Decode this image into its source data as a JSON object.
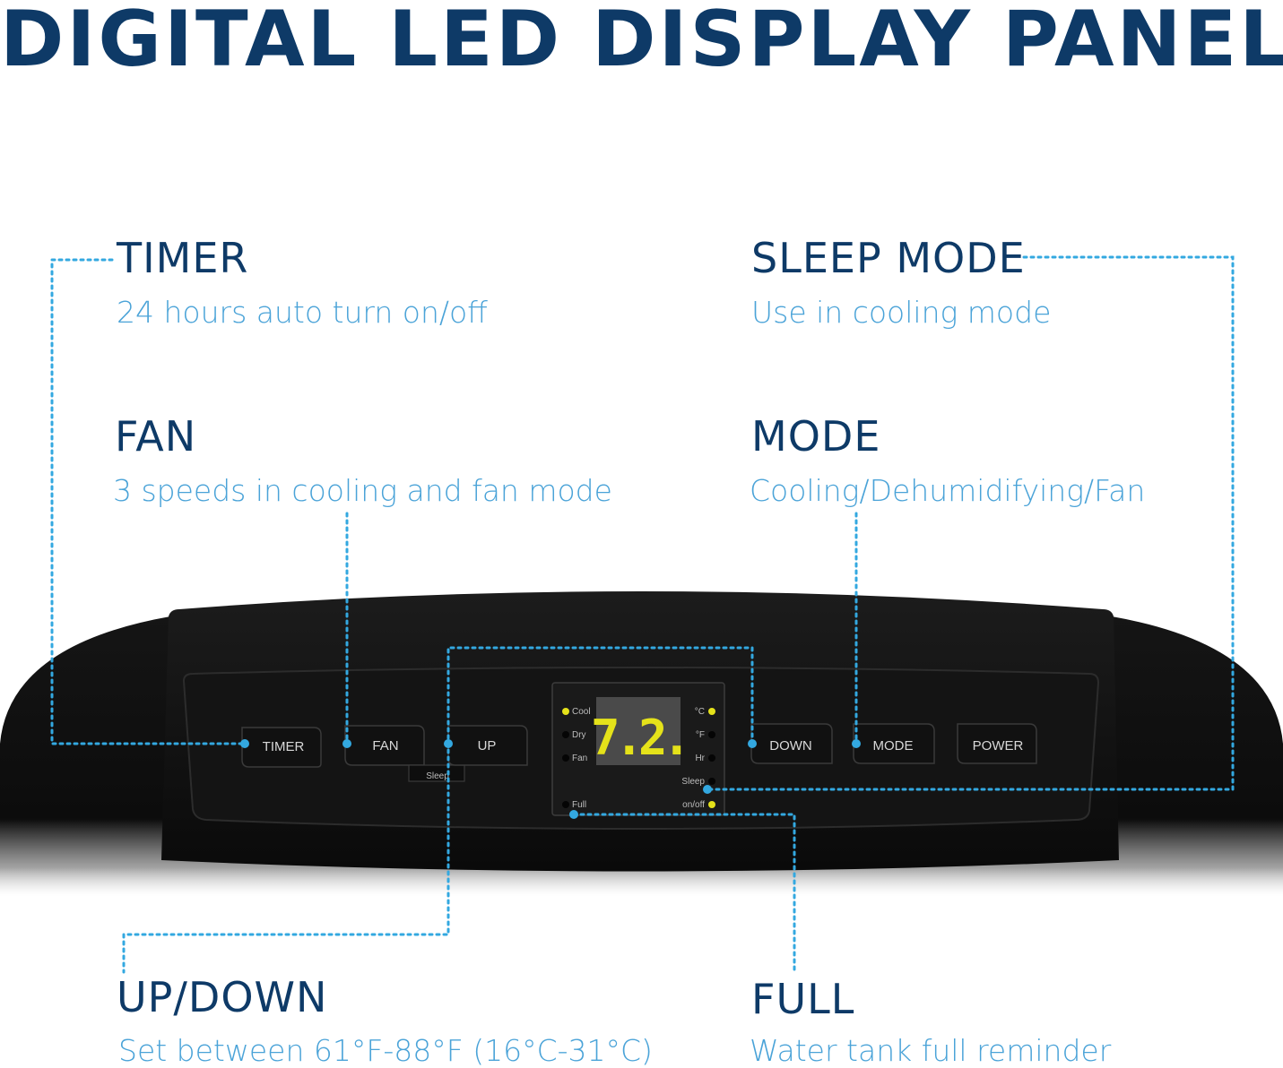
{
  "title": "DIGITAL LED DISPLAY PANEL",
  "features": {
    "timer": {
      "title": "TIMER",
      "desc": "24 hours auto turn on/off"
    },
    "fan": {
      "title": "FAN",
      "desc": "3 speeds in cooling and fan mode"
    },
    "sleep": {
      "title": "SLEEP MODE",
      "desc": "Use in cooling mode"
    },
    "mode": {
      "title": "MODE",
      "desc": "Cooling/Dehumidifying/Fan"
    },
    "updown": {
      "title": "UP/DOWN",
      "desc": "Set between 61°F-88°F (16°C-31°C)"
    },
    "full": {
      "title": "FULL",
      "desc": "Water tank full reminder"
    }
  },
  "panel": {
    "buttons": {
      "timer": "TIMER",
      "fan": "FAN",
      "up": "UP",
      "down": "DOWN",
      "mode": "MODE",
      "power": "POWER"
    },
    "sleep_tab": "Sleep",
    "display_value": "7.2.",
    "indicators_left": [
      "Cool",
      "Dry",
      "Fan",
      "Full"
    ],
    "indicators_right": [
      "°C",
      "°F",
      "Hr",
      "Sleep",
      "on/off"
    ]
  },
  "colors": {
    "heading": "#0e3a67",
    "description": "#4aa3d8",
    "leader": "#33a8e0",
    "led": "#e5e21a",
    "panel": "#111111"
  }
}
